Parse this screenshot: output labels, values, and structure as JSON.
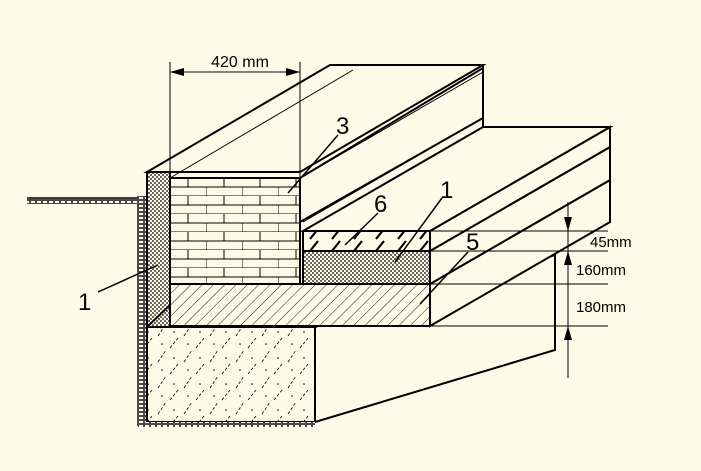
{
  "dimensions": {
    "wall_width": "420 mm",
    "screed": "45mm",
    "insulation": "160mm",
    "slab": "180mm"
  },
  "callouts": {
    "wall_insulation": "1",
    "masonry_wall": "3",
    "floor_insulation": "1",
    "floor_slab": "5",
    "screed_layer": "6"
  },
  "colors": {
    "background": "#fbfbe8",
    "line": "#000000"
  }
}
